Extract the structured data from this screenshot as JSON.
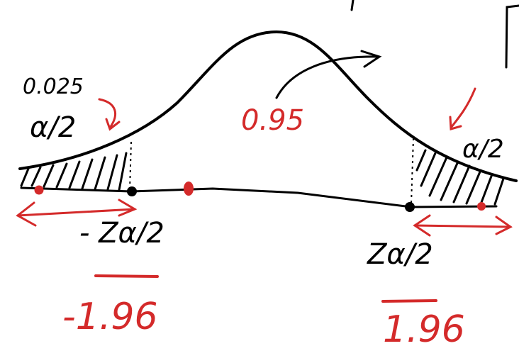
{
  "colors": {
    "ink": "#000000",
    "accent": "#d42a2a"
  },
  "labels": {
    "left_tail_prob": "0.025",
    "left_tail_alpha": "α/2",
    "center_prob": "0.95",
    "right_tail_alpha": "α/2",
    "neg_critical": "- Zα/2",
    "pos_critical": "Zα/2",
    "neg_value": "-1.96",
    "pos_value": "1.96"
  }
}
